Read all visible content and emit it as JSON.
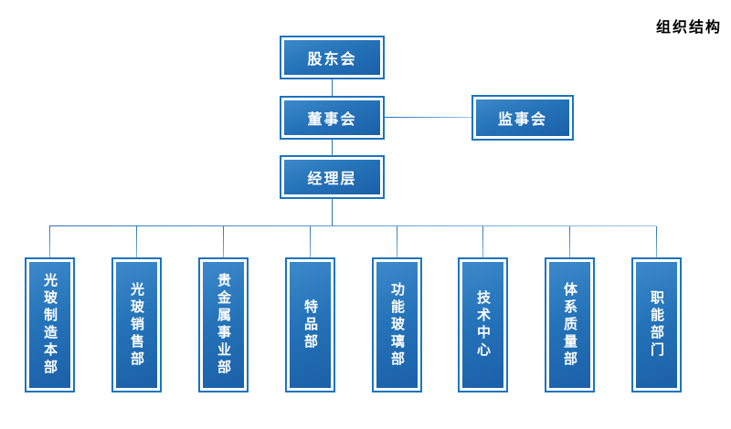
{
  "page_title": "组织结构",
  "hierarchy": {
    "shareholders": {
      "label": "股东会"
    },
    "board": {
      "label": "董事会"
    },
    "supervisory": {
      "label": "监事会"
    },
    "management": {
      "label": "经理层"
    }
  },
  "departments": [
    "光玻制造本部",
    "光玻销售部",
    "贵金属事业部",
    "特品部",
    "功能玻璃部",
    "技术中心",
    "体系质量部",
    "职能部门"
  ],
  "colors": {
    "box_border": "#1B74C0",
    "box_fill_light": "#3C89CA",
    "box_fill_dark": "#1B60A8",
    "connector_dark": "#2E75B6",
    "connector_light": "#9DC3E6",
    "box_text": "#FFFFFF",
    "title_text": "#000000"
  }
}
